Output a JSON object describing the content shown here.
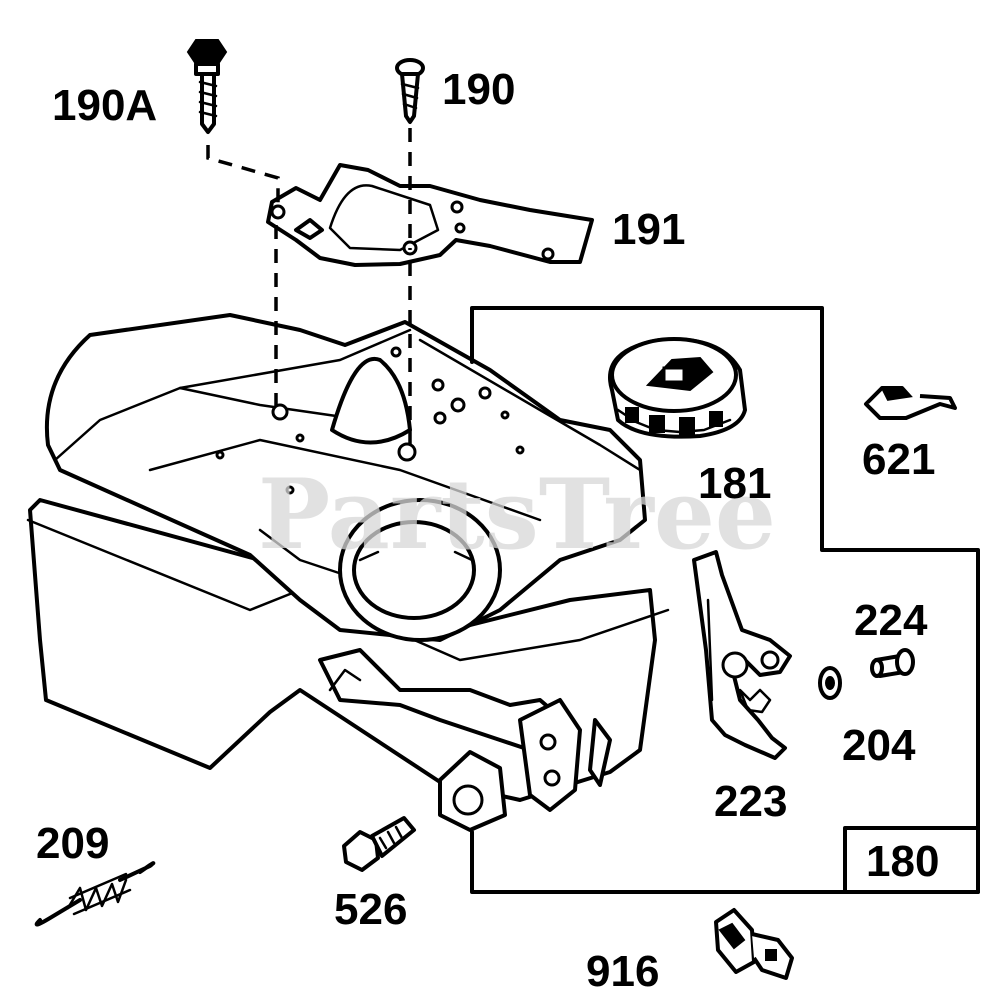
{
  "watermark": "PartsTree",
  "labels": {
    "p190A": "190A",
    "p190": "190",
    "p191": "191",
    "p181": "181",
    "p621": "621",
    "p224": "224",
    "p204": "204",
    "p223": "223",
    "p180": "180",
    "p209": "209",
    "p526": "526",
    "p916": "916"
  },
  "colors": {
    "line": "#000000",
    "background": "#ffffff",
    "watermark": "#d8d8d8"
  }
}
